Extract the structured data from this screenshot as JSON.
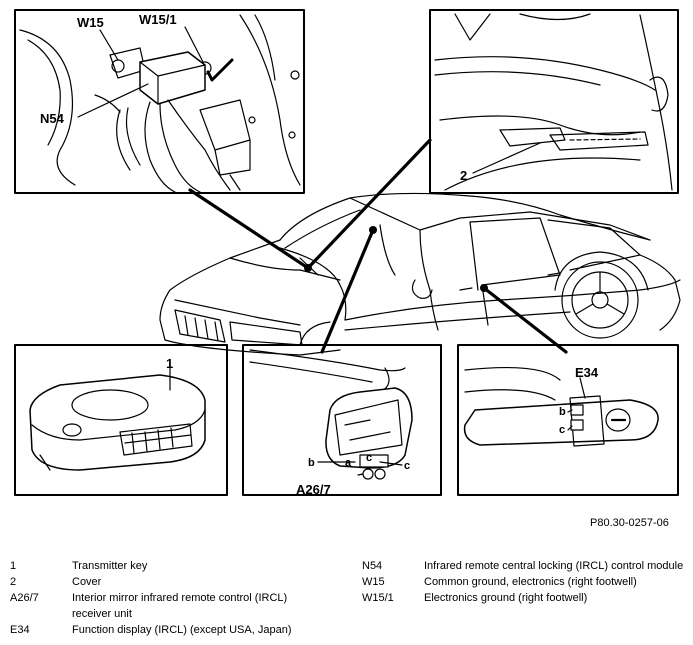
{
  "callouts": {
    "w15": "W15",
    "w15_1": "W15/1",
    "n54": "N54",
    "cover": "2",
    "key": "1",
    "e34": "E34",
    "a26_7": "A26/7",
    "b": "b",
    "c": "c"
  },
  "figure_ref": "P80.30-0257-06",
  "legend": {
    "left": [
      {
        "code": "1",
        "desc": "Transmitter key"
      },
      {
        "code": "2",
        "desc": "Cover"
      },
      {
        "code": "A26/7",
        "desc": "Interior mirror infrared remote control (IRCL) receiver unit"
      },
      {
        "code": "E34",
        "desc": "Function display (IRCL) (except USA, Japan)"
      }
    ],
    "right": [
      {
        "code": "N54",
        "desc": "Infrared remote central locking (IRCL) control module"
      },
      {
        "code": "W15",
        "desc": "Common ground, electronics (right footwell)"
      },
      {
        "code": "W15/1",
        "desc": "Electronics ground (right footwell)"
      }
    ]
  }
}
